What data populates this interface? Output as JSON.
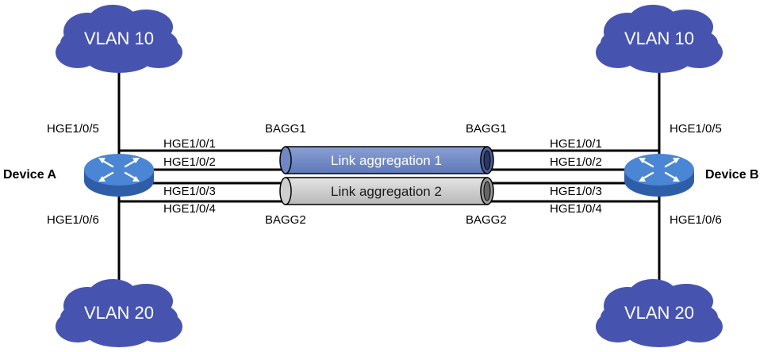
{
  "clouds": {
    "top_left": "VLAN 10",
    "top_right": "VLAN 10",
    "bottom_left": "VLAN 20",
    "bottom_right": "VLAN 20"
  },
  "devices": {
    "a": "Device A",
    "b": "Device B"
  },
  "ports": {
    "a_up": "HGE1/0/5",
    "a_down": "HGE1/0/6",
    "a_1": "HGE1/0/1",
    "a_2": "HGE1/0/2",
    "a_3": "HGE1/0/3",
    "a_4": "HGE1/0/4",
    "b_up": "HGE1/0/5",
    "b_down": "HGE1/0/6",
    "b_1": "HGE1/0/1",
    "b_2": "HGE1/0/2",
    "b_3": "HGE1/0/3",
    "b_4": "HGE1/0/4"
  },
  "bagg": {
    "left_top": "BAGG1",
    "right_top": "BAGG1",
    "left_bottom": "BAGG2",
    "right_bottom": "BAGG2"
  },
  "aggregations": {
    "agg1": "Link aggregation 1",
    "agg2": "Link aggregation 2"
  },
  "colors": {
    "cloud": "#4654b0",
    "router": "#3f78c8",
    "agg1": "#6f88c4",
    "agg2": "#d0d0d0",
    "link": "#000000"
  },
  "icons": {
    "device": "router-icon",
    "network": "cloud-icon"
  }
}
